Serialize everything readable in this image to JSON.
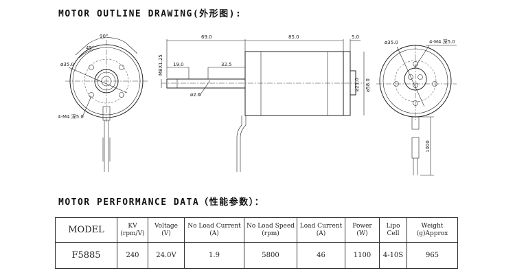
{
  "outline": {
    "title": "MOTOR OUTLINE DRAWING(外形图):",
    "front_view": {
      "angle_90": "90°",
      "angle_45": "45°",
      "pcd": "ø35.0",
      "holes": "4-M4 深5.0"
    },
    "side_view": {
      "total_len": "69.0",
      "body_len": "85.0",
      "flange_len": "5.0",
      "thread": "M8X1.25",
      "thread_len": "19.0",
      "shaft_len": "32.5",
      "pin_dia": "ø2.6",
      "boss_dia": "ø21.0",
      "body_dia": "ø58.0"
    },
    "rear_view": {
      "pcd": "ø35.0",
      "holes": "4-M4 深5.0",
      "cable_len": "1000"
    }
  },
  "performance": {
    "title": "MOTOR PERFORMANCE DATA（性能参数）：",
    "headers": [
      [
        "MODEL"
      ],
      [
        "KV",
        "(rpm/V)"
      ],
      [
        "Voltage",
        "(V)"
      ],
      [
        "No Load Current",
        "(A)"
      ],
      [
        "No Load Speed",
        "(rpm)"
      ],
      [
        "Load Current",
        "(A)"
      ],
      [
        "Power",
        "(W)"
      ],
      [
        "Lipo",
        "Cell"
      ],
      [
        "Weight",
        "(g)Approx"
      ]
    ],
    "row": [
      "F5885",
      "240",
      "24.0V",
      "1.9",
      "5800",
      "46",
      "1100",
      "4-10S",
      "965"
    ]
  }
}
